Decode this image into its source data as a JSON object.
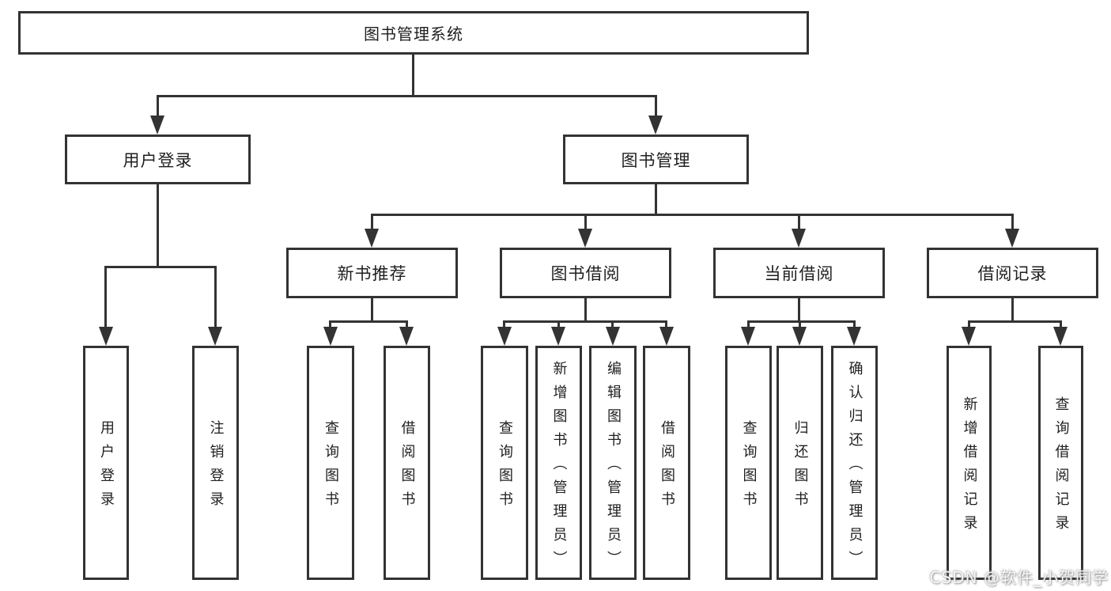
{
  "colors": {
    "line": "#333333",
    "text": "#1f1f1f",
    "bg": "#ffffff",
    "watermark": "#f5f5f5"
  },
  "diagram": {
    "root": {
      "label": "图书管理系统"
    },
    "level2": [
      {
        "label": "用户登录"
      },
      {
        "label": "图书管理"
      }
    ],
    "level3": [
      {
        "label": "新书推荐"
      },
      {
        "label": "图书借阅"
      },
      {
        "label": "当前借阅"
      },
      {
        "label": "借阅记录"
      }
    ],
    "leaves": {
      "userLogin": [
        {
          "label": "用户登录"
        },
        {
          "label": "注销登录"
        }
      ],
      "newBook": [
        {
          "label": "查询图书"
        },
        {
          "label": "借阅图书"
        }
      ],
      "bookBorrow": [
        {
          "label": "查询图书"
        },
        {
          "label": "新增图书（管理员）"
        },
        {
          "label": "编辑图书（管理员）"
        },
        {
          "label": "借阅图书"
        }
      ],
      "currentBorrow": [
        {
          "label": "查询图书"
        },
        {
          "label": "归还图书"
        },
        {
          "label": "确认归还（管理员）"
        }
      ],
      "borrowRecords": [
        {
          "label": "新增借阅记录"
        },
        {
          "label": "查询借阅记录"
        }
      ]
    }
  },
  "watermark": {
    "text": "CSDN @软件_小贺同学"
  }
}
